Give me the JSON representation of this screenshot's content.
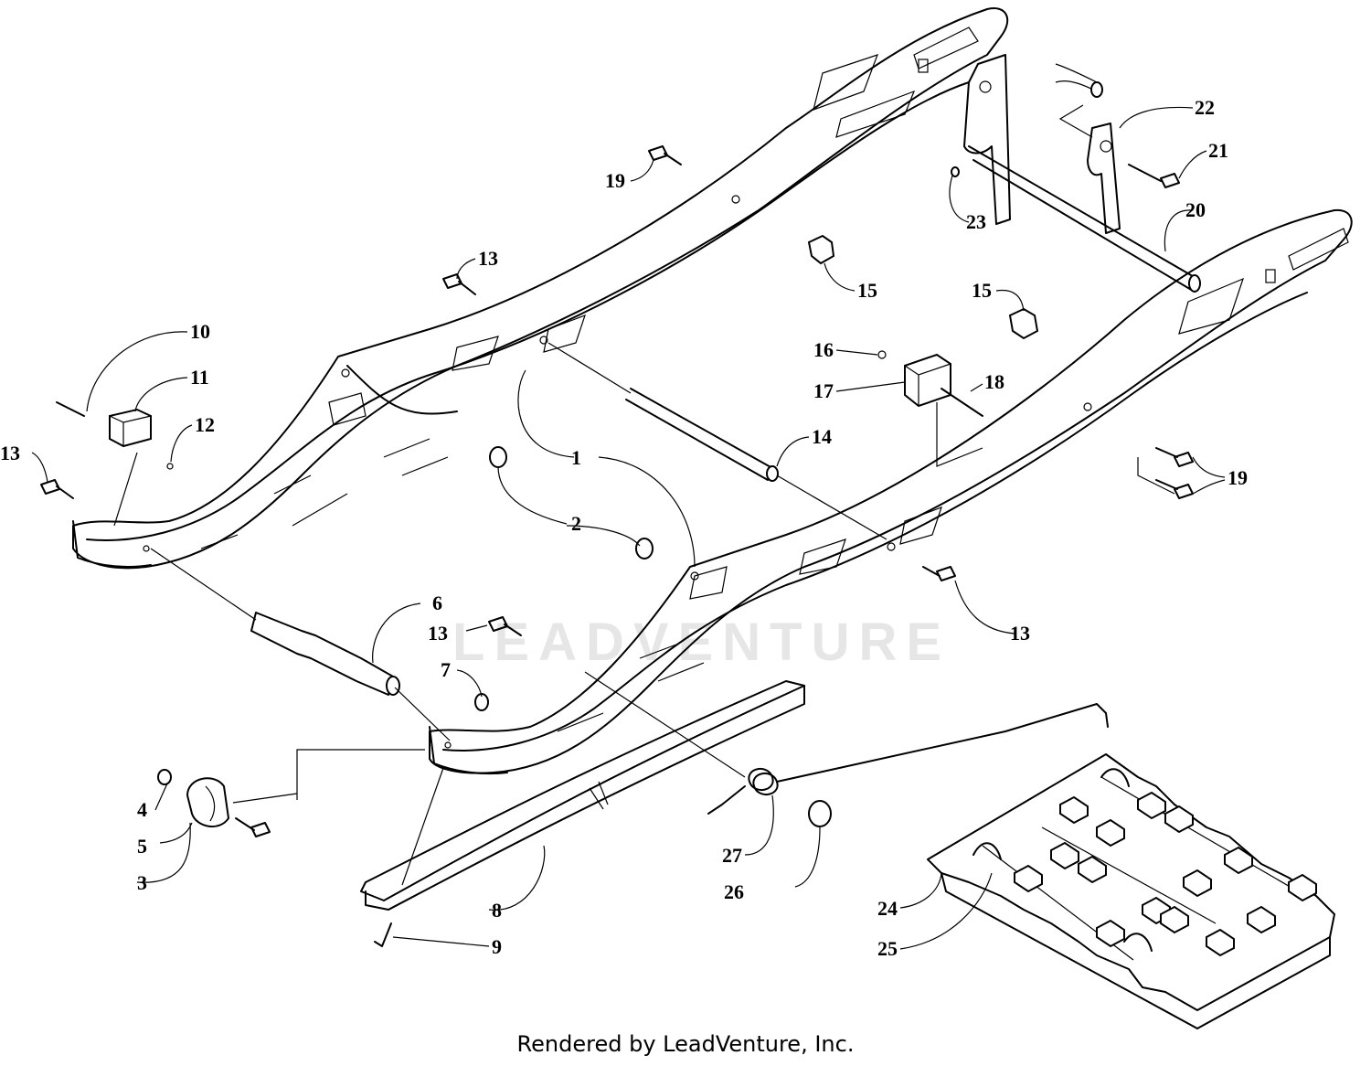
{
  "watermark": "LEADVENTURE",
  "footer": "Rendered by LeadVenture, Inc.",
  "callouts": [
    {
      "id": "c1",
      "label": "1"
    },
    {
      "id": "c2",
      "label": "2"
    },
    {
      "id": "c3",
      "label": "3"
    },
    {
      "id": "c4",
      "label": "4"
    },
    {
      "id": "c5",
      "label": "5"
    },
    {
      "id": "c6",
      "label": "6"
    },
    {
      "id": "c7",
      "label": "7"
    },
    {
      "id": "c8",
      "label": "8"
    },
    {
      "id": "c9",
      "label": "9"
    },
    {
      "id": "c10",
      "label": "10"
    },
    {
      "id": "c11",
      "label": "11"
    },
    {
      "id": "c12",
      "label": "12"
    },
    {
      "id": "c13a",
      "label": "13"
    },
    {
      "id": "c13b",
      "label": "13"
    },
    {
      "id": "c13c",
      "label": "13"
    },
    {
      "id": "c13d",
      "label": "13"
    },
    {
      "id": "c14",
      "label": "14"
    },
    {
      "id": "c15a",
      "label": "15"
    },
    {
      "id": "c15b",
      "label": "15"
    },
    {
      "id": "c16",
      "label": "16"
    },
    {
      "id": "c17",
      "label": "17"
    },
    {
      "id": "c18",
      "label": "18"
    },
    {
      "id": "c19a",
      "label": "19"
    },
    {
      "id": "c19b",
      "label": "19"
    },
    {
      "id": "c20",
      "label": "20"
    },
    {
      "id": "c21",
      "label": "21"
    },
    {
      "id": "c22",
      "label": "22"
    },
    {
      "id": "c23",
      "label": "23"
    },
    {
      "id": "c24",
      "label": "24"
    },
    {
      "id": "c25",
      "label": "25"
    },
    {
      "id": "c26",
      "label": "26"
    },
    {
      "id": "c27",
      "label": "27"
    }
  ]
}
